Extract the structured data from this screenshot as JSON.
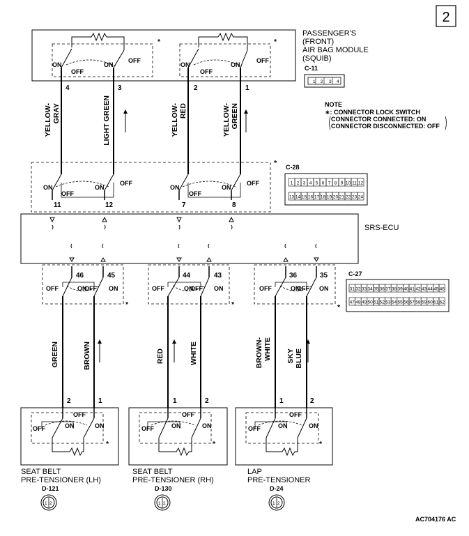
{
  "page_number": "2",
  "passenger": {
    "title_lines": [
      "PASSENGER'S",
      "(FRONT)",
      "AIR BAG MODULE",
      "(SQUIB)"
    ],
    "connector": "C-11",
    "connector_pins": [
      "1",
      "2",
      "3",
      "4"
    ],
    "pins": [
      "4",
      "3",
      "2",
      "1"
    ]
  },
  "note": {
    "title": "NOTE",
    "line1": "∗: CONNECTOR LOCK SWITCH",
    "line2": "CONNECTOR CONNECTED: ON",
    "line3": "CONNECTOR DISCONNECTED: OFF"
  },
  "wires_top": [
    {
      "line1": "YELLOW-",
      "line2": "GRAY"
    },
    {
      "line1": "LIGHT GREEN",
      "line2": ""
    },
    {
      "line1": "YELLOW-",
      "line2": "RED"
    },
    {
      "line1": "YELLOW-",
      "line2": "GREEN"
    }
  ],
  "ecu": {
    "label": "SRS-ECU",
    "top_pins": [
      "11",
      "12",
      "7",
      "8"
    ],
    "bottom_pins": [
      "46",
      "45",
      "44",
      "43",
      "36",
      "35"
    ]
  },
  "c28": {
    "label": "C-28",
    "row1": [
      "1",
      "2",
      "3",
      "4",
      "5",
      "6",
      "7",
      "8",
      "9",
      "10",
      "11",
      "12"
    ],
    "row2": [
      "13",
      "14",
      "15",
      "16",
      "17",
      "18",
      "19",
      "20",
      "21",
      "22",
      "23",
      "24"
    ]
  },
  "c27": {
    "label": "C-27",
    "row1": [
      "31",
      "32",
      "33",
      "34",
      "35",
      "36",
      "37",
      "38",
      "39",
      "40",
      "41",
      "42",
      "43",
      "44",
      "45",
      "46"
    ],
    "row2": [
      "47",
      "48",
      "49",
      "50",
      "51",
      "52",
      "53",
      "54",
      "55",
      "56",
      "57",
      "58",
      "59",
      "60",
      "61",
      "62"
    ]
  },
  "wires_bottom": [
    {
      "line1": "GREEN",
      "line2": ""
    },
    {
      "line1": "BROWN",
      "line2": ""
    },
    {
      "line1": "RED",
      "line2": ""
    },
    {
      "line1": "WHITE",
      "line2": ""
    },
    {
      "line1": "BROWN-",
      "line2": "WHITE"
    },
    {
      "line1": "SKY",
      "line2": "BLUE"
    }
  ],
  "switch_labels": {
    "on": "ON",
    "off": "OFF",
    "lock_mark": "*"
  },
  "pretensioners": [
    {
      "line1": "SEAT BELT",
      "line2": "PRE-TENSIONER (LH)",
      "connector": "D-121",
      "pins": [
        "2",
        "1"
      ]
    },
    {
      "line1": "SEAT BELT",
      "line2": "PRE-TENSIONER (RH)",
      "connector": "D-130",
      "pins": [
        "1",
        "2"
      ]
    },
    {
      "line1": "LAP",
      "line2": "PRE-TENSIONER",
      "connector": "D-24",
      "pins": [
        "1",
        "2"
      ]
    }
  ],
  "plug_pins": [
    "1",
    "2"
  ],
  "figure_code": "AC704176 AC"
}
